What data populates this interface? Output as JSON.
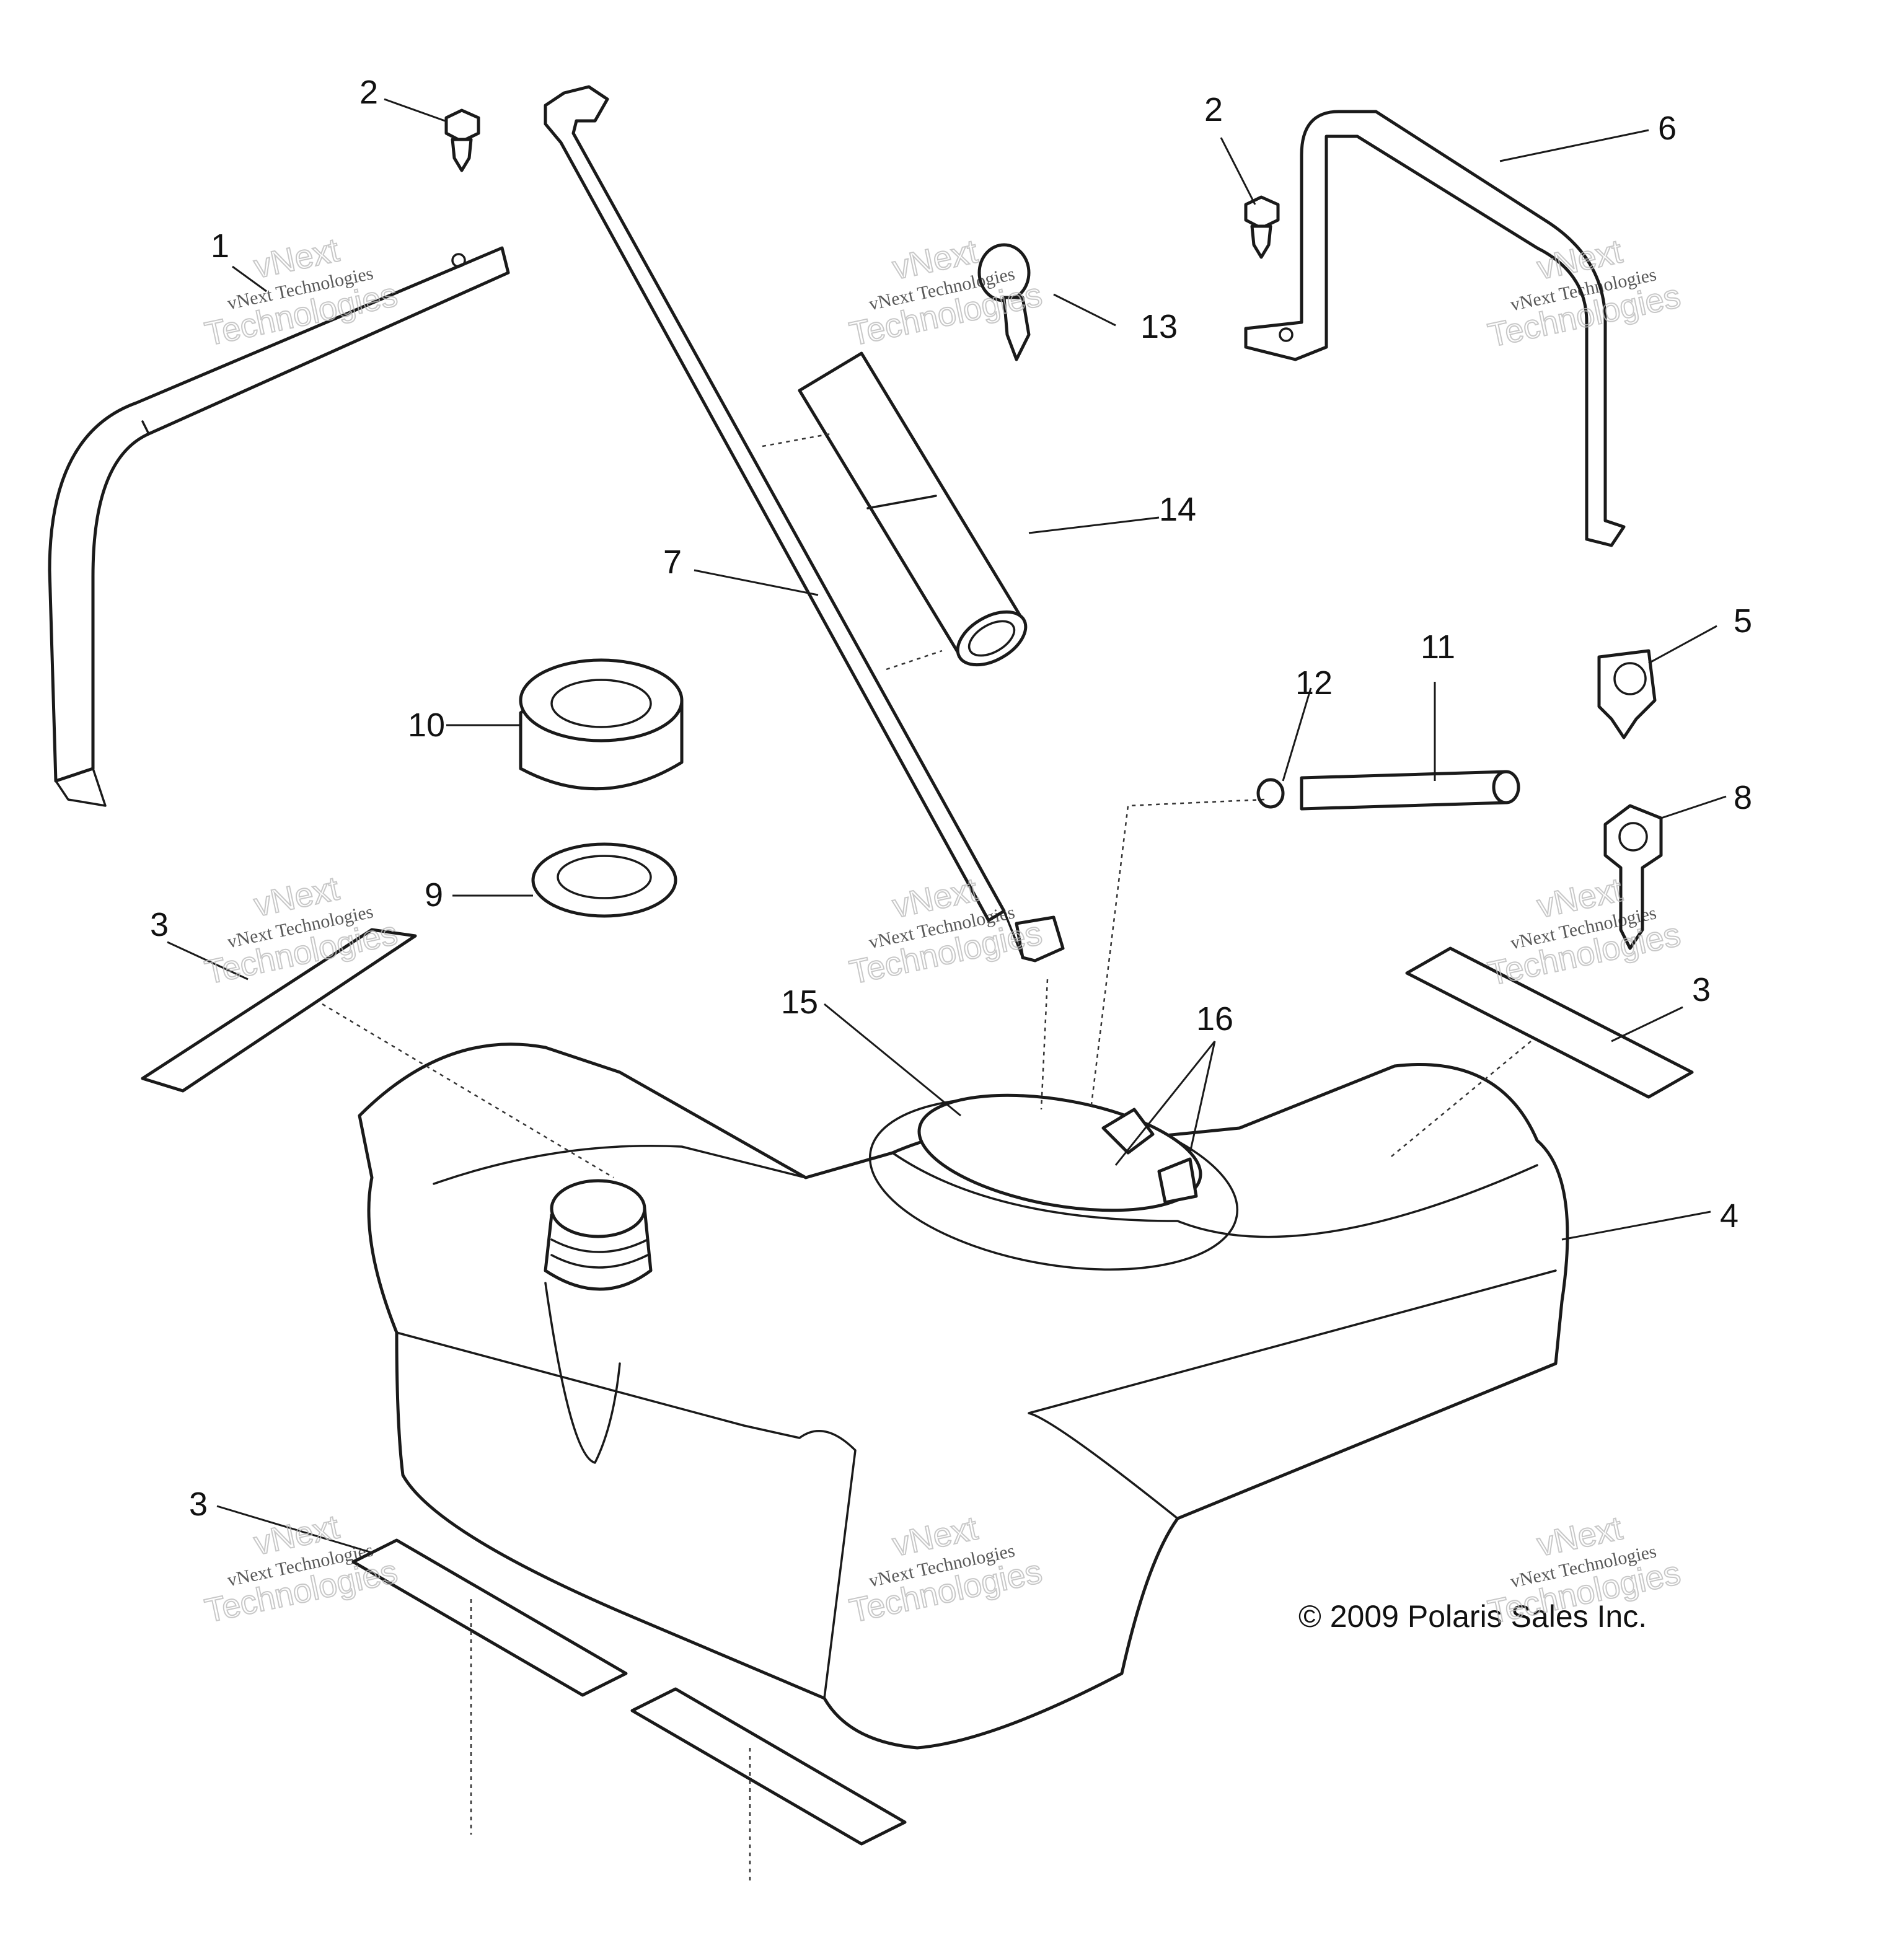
{
  "callouts": [
    {
      "id": "1",
      "label": "1"
    },
    {
      "id": "2a",
      "label": "2"
    },
    {
      "id": "2b",
      "label": "2"
    },
    {
      "id": "3a",
      "label": "3"
    },
    {
      "id": "3b",
      "label": "3"
    },
    {
      "id": "3c",
      "label": "3"
    },
    {
      "id": "4",
      "label": "4"
    },
    {
      "id": "5",
      "label": "5"
    },
    {
      "id": "6",
      "label": "6"
    },
    {
      "id": "7",
      "label": "7"
    },
    {
      "id": "8",
      "label": "8"
    },
    {
      "id": "9",
      "label": "9"
    },
    {
      "id": "10",
      "label": "10"
    },
    {
      "id": "11",
      "label": "11"
    },
    {
      "id": "12",
      "label": "12"
    },
    {
      "id": "13",
      "label": "13"
    },
    {
      "id": "14",
      "label": "14"
    },
    {
      "id": "15",
      "label": "15"
    },
    {
      "id": "16",
      "label": "16"
    }
  ],
  "copyright": "© 2009 Polaris Sales Inc.",
  "watermark": {
    "line_small": "vNext Technologies",
    "line_big_1": "vNext",
    "line_big_2": "Technologies"
  }
}
